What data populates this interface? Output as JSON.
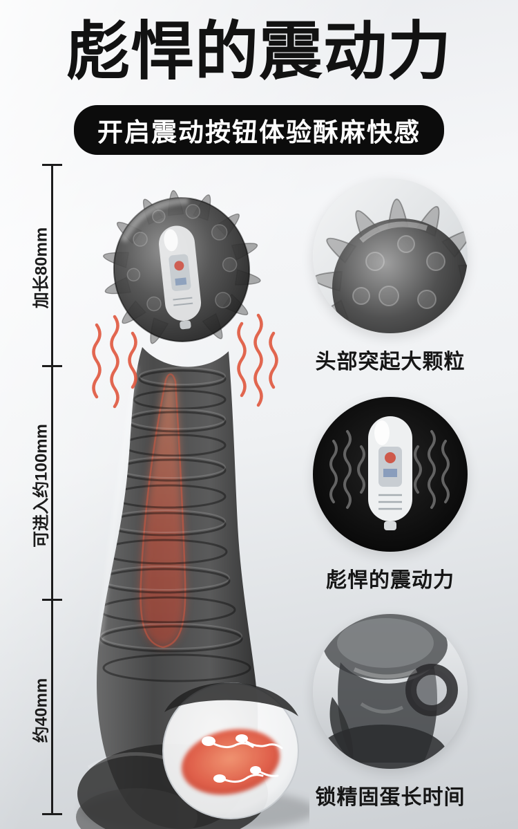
{
  "header": {
    "title": "彪悍的震动力",
    "subtitle": "开启震动按钮体验酥麻快感"
  },
  "ruler": {
    "segments": [
      {
        "label": "加长80mm"
      },
      {
        "label": "可进入约100mm"
      },
      {
        "label": "约40mm"
      }
    ]
  },
  "features": [
    {
      "label": "头部突起大颗粒"
    },
    {
      "label": "彪悍的震动力"
    },
    {
      "label": "锁精固蛋长时间"
    }
  ],
  "colors": {
    "accent_red": "#e0573e",
    "banner_bg": "#0c0c0c",
    "title_color": "#121212",
    "product_smoke": "#2e2e2e",
    "background_light": "#eff1f3"
  }
}
